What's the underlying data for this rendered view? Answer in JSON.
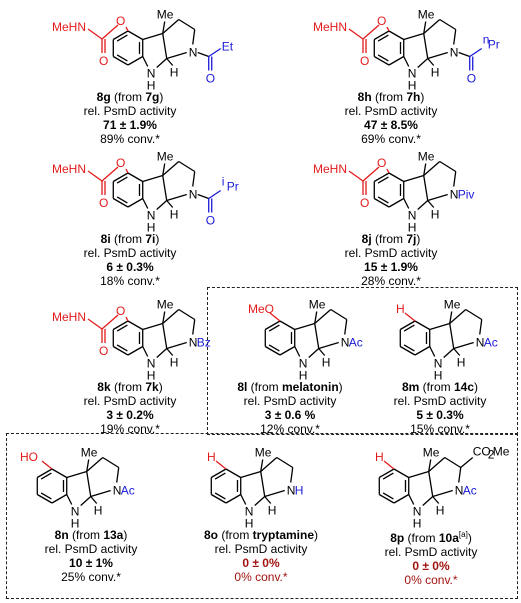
{
  "compounds": [
    {
      "id": "8g",
      "from": "7g",
      "prefix": "MeHN",
      "rgroup": "Et",
      "activity": "71 ± 1.9%",
      "conv": "89% conv.*"
    },
    {
      "id": "8h",
      "from": "7h",
      "prefix": "MeHN",
      "rgroup": "Pr",
      "rsup": "n",
      "activity": "47 ± 8.5%",
      "conv": "69% conv.*"
    },
    {
      "id": "8i",
      "from": "7i",
      "prefix": "MeHN",
      "rgroup": "Pr",
      "rsup": "i",
      "activity": "6 ± 0.3%",
      "conv": "18% conv.*"
    },
    {
      "id": "8j",
      "from": "7j",
      "prefix": "MeHN",
      "nlabel": "NPiv",
      "activity": "15 ± 1.9%",
      "conv": "28% conv.*"
    },
    {
      "id": "8k",
      "from": "7k",
      "prefix": "MeHN",
      "nlabel": "NBz",
      "activity": "3 ± 0.2%",
      "conv": "19% conv.*"
    },
    {
      "id": "8l",
      "from": "melatonin",
      "subst": "MeO",
      "nlabel": "NAc",
      "activity": "3 ± 0.6 %",
      "conv": "12% conv.*"
    },
    {
      "id": "8m",
      "from": "14c",
      "subst": "H",
      "nlabel": "NAc",
      "activity": "5 ± 0.3%",
      "conv": "15% conv.*"
    },
    {
      "id": "8n",
      "from": "13a",
      "subst": "HO",
      "nlabel": "NAc",
      "activity": "10 ± 1%",
      "conv": "25% conv.*"
    },
    {
      "id": "8o",
      "from": "tryptamine",
      "subst": "H",
      "nlabel": "NH",
      "activity": "0 ± 0%",
      "conv": "0% conv.*"
    },
    {
      "id": "8p",
      "from": "10a",
      "from_sup": "[a]",
      "subst": "H",
      "nlabel": "NAc",
      "extra": "CO2Me",
      "activity": "0 ± 0%",
      "conv": "0% conv.*"
    }
  ],
  "labels": {
    "from_word": "from",
    "activity_label": "rel. PsmD activity",
    "methyl": "Me",
    "nh": "N",
    "h": "H",
    "o": "O",
    "o2": "O",
    "carbamate_o": "O",
    "nh_h": "H"
  },
  "colors": {
    "red": "#e41a1a",
    "blue": "#1a1ad8",
    "darkred": "#a1130f",
    "black": "#000000"
  }
}
